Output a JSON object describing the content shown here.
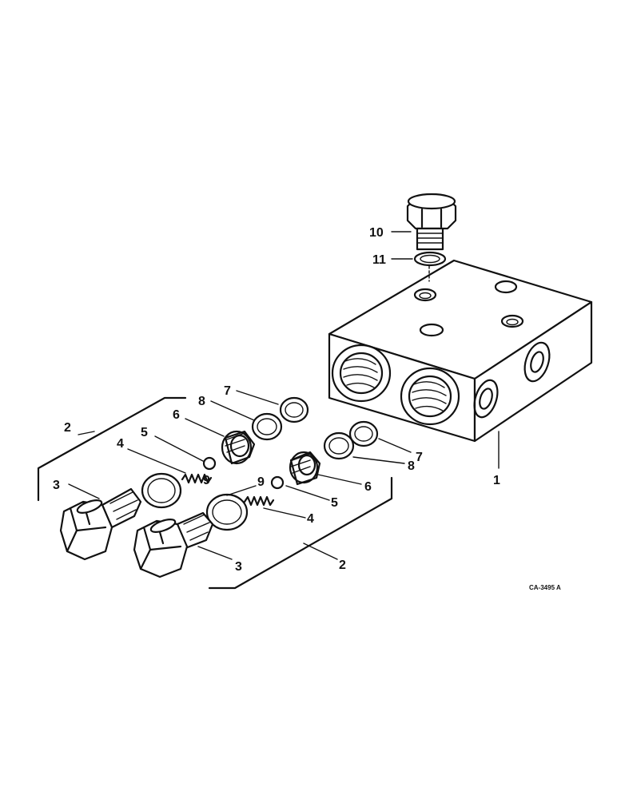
{
  "drawing_code": "CA-3495 A",
  "callouts": {
    "part_1": "1",
    "part_2_upper": "2",
    "part_2_lower": "2",
    "part_3_left": "3",
    "part_3_right": "3",
    "part_4_upper": "4",
    "part_4_lower": "4",
    "part_5_upper": "5",
    "part_5_lower": "5",
    "part_6_upper": "6",
    "part_6_lower": "6",
    "part_7_upper": "7",
    "part_7_lower": "7",
    "part_8_upper": "8",
    "part_8_lower": "8",
    "part_9_upper": "9",
    "part_9_lower": "9",
    "part_10": "10",
    "part_11": "11"
  }
}
